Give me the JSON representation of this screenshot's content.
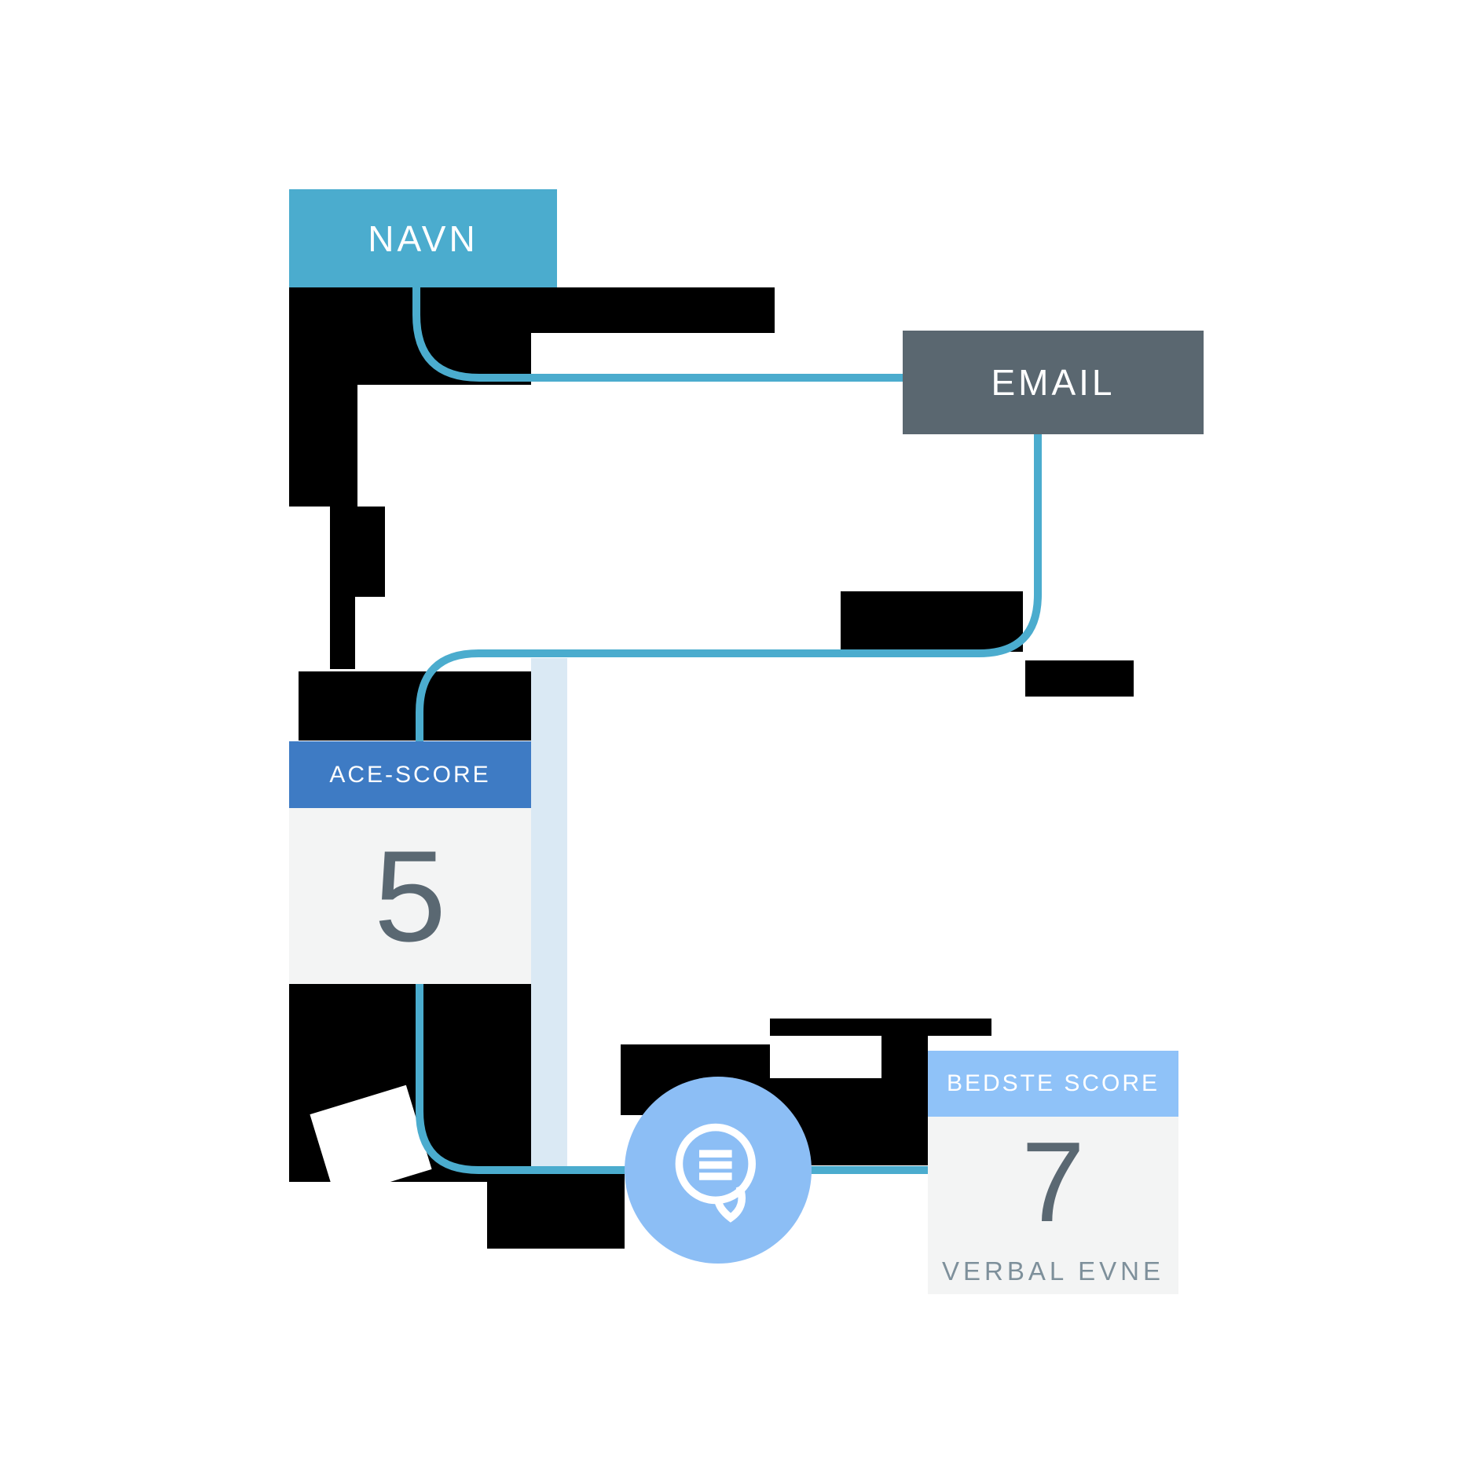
{
  "diagram": {
    "title_present": false,
    "nodes": {
      "navn": {
        "label": "NAVN"
      },
      "email": {
        "label": "EMAIL"
      },
      "ace": {
        "header": "ACE-SCORE",
        "value": "5"
      },
      "bedste": {
        "header": "BEDSTE SCORE",
        "value": "7",
        "caption": "VERBAL EVNE"
      }
    },
    "icons": {
      "speech_bubble": "speech-bubble-icon"
    },
    "colors": {
      "teal_connector_and_navn": "#4BACCE",
      "email_box": "#5A6770",
      "ace_header": "#3E7BC4",
      "bedste_header": "#8FC2F8",
      "card_body": "#F3F4F4",
      "circle": "#8CBEF5",
      "pale_bar": "#DAE9F4",
      "digits": "#5A6872",
      "caption_text": "#7E909B",
      "background_artifacts": "#000000"
    }
  }
}
